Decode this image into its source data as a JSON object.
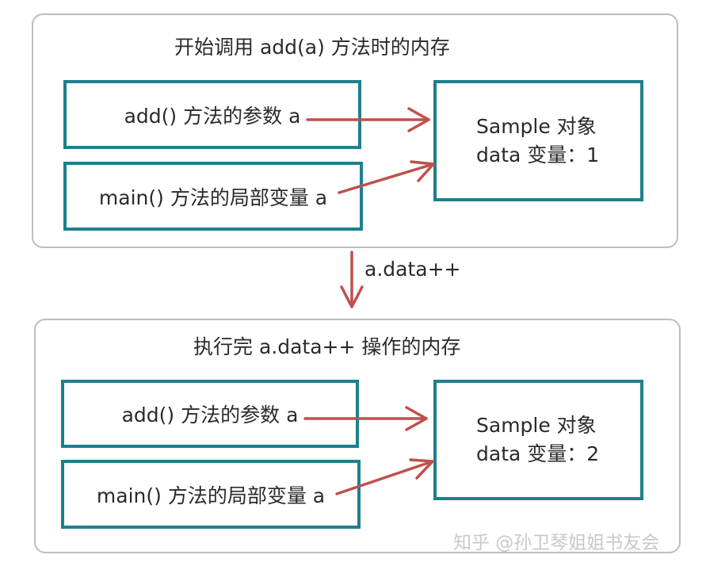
{
  "top_panel": {
    "title": "开始调用 add(a) 方法时的内存",
    "param_box": "add() 方法的参数 a",
    "local_box": "main() 方法的局部变量 a",
    "object": {
      "line1": "Sample 对象",
      "line2": "data 变量：1"
    }
  },
  "transition": {
    "label": "a.data++"
  },
  "bottom_panel": {
    "title": "执行完 a.data++ 操作的内存",
    "param_box": "add() 方法的参数 a",
    "local_box": "main() 方法的局部变量 a",
    "object": {
      "line1": "Sample 对象",
      "line2": "data 变量：2"
    }
  },
  "watermark": "知乎 @孙卫琴姐姐书友会",
  "colors": {
    "box_border": "#1f7f8c",
    "arrow": "#c0504d",
    "panel_border": "#bdbdbd",
    "down_arrow": "#c0504d"
  }
}
